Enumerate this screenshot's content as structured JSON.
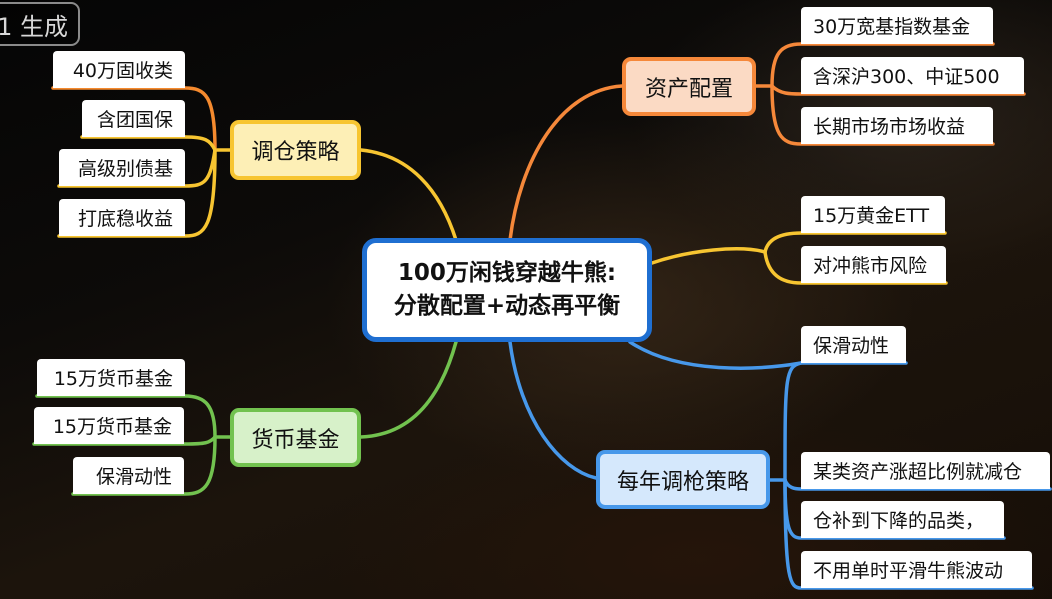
{
  "badge": {
    "label": "1 生成"
  },
  "center": {
    "line1": "100万闲钱穿越牛熊:",
    "line2": "分散配置+动态再平衡",
    "border_color": "#1f6fd1"
  },
  "branches": {
    "rebalance_strategy": {
      "label": "调仓策略",
      "color": "#f7c531",
      "leaves": [
        "40万固收类",
        "含团国保",
        "高级别债基",
        "打底稳收益"
      ]
    },
    "asset_allocation": {
      "label": "资产配置",
      "color": "#f5883a",
      "leaves": [
        "30万宽基指数基金",
        "含深沪300、中证500",
        "长期市场市场收益"
      ]
    },
    "gold": {
      "label": "",
      "color": "#f7c531",
      "leaves": [
        "15万黄金ETT",
        "对冲熊市风险"
      ]
    },
    "money_fund": {
      "label": "货币基金",
      "color": "#72c24f",
      "leaves": [
        "15万货币基金",
        "15万货币基金",
        "保滑动性"
      ]
    },
    "annual_rebalance": {
      "label": "每年调枪策略",
      "color": "#4798ea",
      "leaves": [
        "保滑动性",
        "某类资产涨超比例就减仓",
        "仓补到下降的品类，",
        "不用单时平滑牛熊波动"
      ]
    }
  }
}
